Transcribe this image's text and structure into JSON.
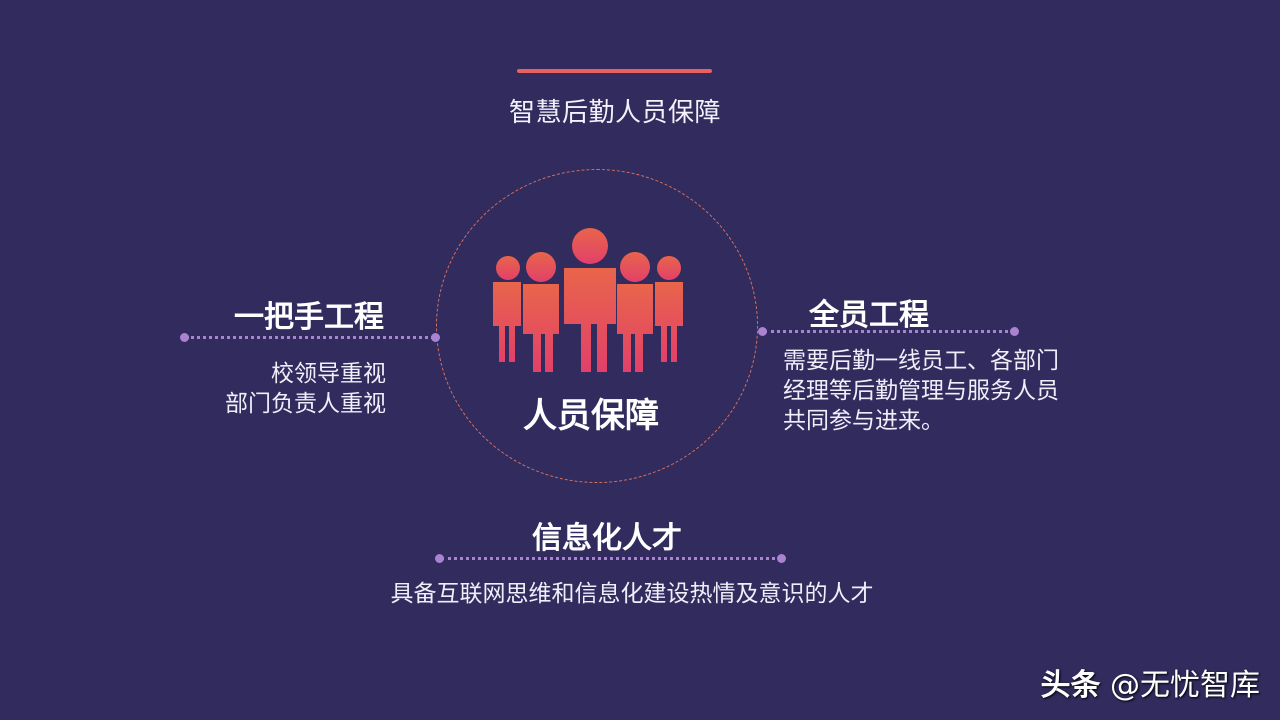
{
  "slide": {
    "subtitle": "智慧后勤人员保障",
    "center": {
      "title": "人员保障",
      "icon": "group-of-people-icon"
    },
    "left": {
      "heading": "一把手工程",
      "lines": [
        "校领导重视",
        "部门负责人重视"
      ]
    },
    "right": {
      "heading": "全员工程",
      "lines": [
        "需要后勤一线员工、各部门",
        "经理等后勤管理与服务人员",
        "共同参与进来。"
      ]
    },
    "bottom": {
      "heading": "信息化人才",
      "text": "具备互联网思维和信息化建设热情及意识的人才"
    },
    "colors": {
      "background": "#312b5e",
      "accent_line": "#e8615e",
      "dot_line": "#a982d0",
      "icon_gradient_top": "#e8654a",
      "icon_gradient_bottom": "#e2406a"
    }
  },
  "watermark": {
    "brand": "头条",
    "handle": "@无忧智库"
  }
}
